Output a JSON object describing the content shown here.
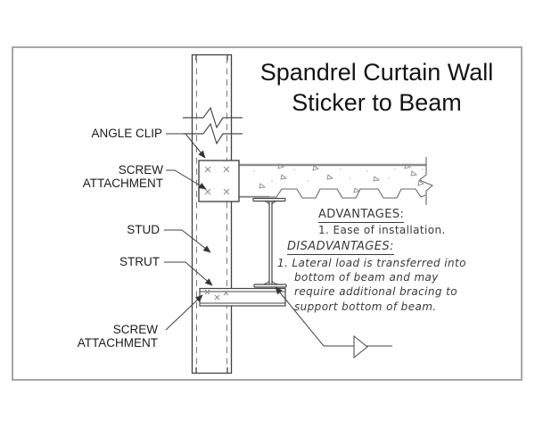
{
  "title": {
    "line1": "Spandrel Curtain Wall",
    "line2": "Sticker to Beam"
  },
  "callouts": {
    "angle_clip": "ANGLE CLIP",
    "screw_attachment_top": [
      "SCREW",
      "ATTACHMENT"
    ],
    "stud": "STUD",
    "strut": "STRUT",
    "screw_attachment_bottom": [
      "SCREW",
      "ATTACHMENT"
    ]
  },
  "notes": {
    "advantages_heading": "ADVANTAGES:",
    "advantages_lines": [
      "1. Ease of installation."
    ],
    "disadvantages_heading": "DISADVANTAGES:",
    "disadvantages_lines": [
      "1. Lateral load is transferred into",
      "bottom of beam and may",
      "require additional bracing to",
      "support bottom of beam."
    ]
  },
  "colors": {
    "line_dark": "#3f3f3f",
    "line_gray": "#8d8d8d",
    "frame_border": "#a6a6a6",
    "text": "#1c1c1c",
    "note_text": "#3a3a3a"
  }
}
